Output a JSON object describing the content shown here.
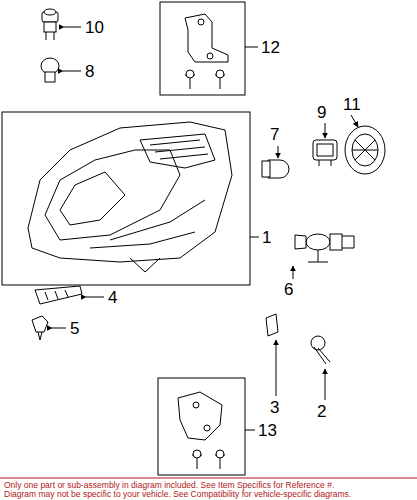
{
  "diagram": {
    "labels": [
      "10",
      "8",
      "12",
      "7",
      "9",
      "11",
      "1",
      "4",
      "5",
      "6",
      "3",
      "2",
      "13",
      "Only one part or sub-assembly in diagram included. See Item Specifics for Reference #.",
      "Diagram may not be specific to your vehicle. See Compatibility for vehicle-specific diagrams."
    ]
  }
}
